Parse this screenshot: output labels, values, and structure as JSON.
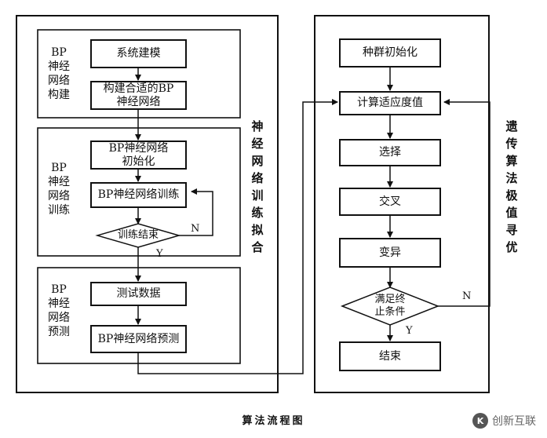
{
  "left_panel": {
    "section_build": {
      "label": "BP\n神经\n网络\n构建",
      "step1": "系统建模",
      "step2": "构建合适的BP\n神经网络"
    },
    "section_train": {
      "label": "BP\n神经\n网络\n训练",
      "step1": "BP神经网络\n初始化",
      "step2": "BP神经网络训练",
      "decision": "训练结束",
      "no": "N",
      "yes": "Y"
    },
    "section_predict": {
      "label": "BP\n神经\n网络\n预测",
      "step1": "测试数据",
      "step2": "BP神经网络预测"
    },
    "title": "神\n经\n网\n络\n训\n练\n拟\n合"
  },
  "right_panel": {
    "step1": "种群初始化",
    "step2": "计算适应度值",
    "step3": "选择",
    "step4": "交叉",
    "step5": "变异",
    "decision": "满足终\n止条件",
    "no": "N",
    "yes": "Y",
    "end": "结束",
    "title": "遗\n传\n算\n法\n极\n值\n寻\n优"
  },
  "caption": "算法流程图",
  "watermark": {
    "logo": "K",
    "text": "创新互联"
  }
}
